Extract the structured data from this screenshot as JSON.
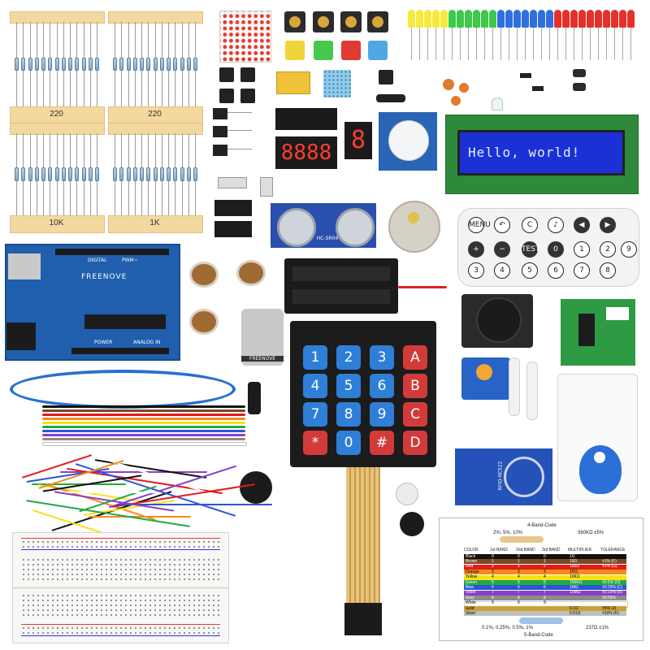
{
  "resistor_strips": [
    {
      "label": "220"
    },
    {
      "label": "220"
    },
    {
      "label": "10K"
    },
    {
      "label": "1K"
    }
  ],
  "lcd": {
    "text": "Hello, world!"
  },
  "keypad": {
    "keys": [
      "1",
      "2",
      "3",
      "A",
      "4",
      "5",
      "6",
      "B",
      "7",
      "8",
      "9",
      "C",
      "*",
      "0",
      "#",
      "D"
    ]
  },
  "board": {
    "brand": "FREENOVE",
    "digital_label": "DIGITAL",
    "pwm_label": "PWM~",
    "power_label": "POWER",
    "analog_label": "ANALOG IN"
  },
  "motor": {
    "brand": "FREENOVE"
  },
  "ultrasonic": {
    "label": "HC-SR04"
  },
  "rfid": {
    "label": "RFID-RC522"
  },
  "remote": {
    "buttons": [
      "MENU",
      "↶",
      "C",
      "♪",
      "◀",
      "▶",
      "+",
      "−",
      "TEST",
      "0",
      "1",
      "2",
      "3",
      "4",
      "5",
      "6",
      "7",
      "8",
      "9"
    ]
  },
  "resistor_card": {
    "top_title": "4-Band-Code",
    "top_left_note": "2%, 5%, 10%",
    "top_right_note": "560KΩ ±5%",
    "bottom_title": "5-Band-Code",
    "bottom_left_note": "0.1%, 0.25%, 0.5%, 1%",
    "bottom_right_note": "237Ω ±1%",
    "headers": [
      "COLOR",
      "1st BAND",
      "2nd BAND",
      "3rd BAND",
      "MULTIPLIER",
      "TOLERANCE"
    ],
    "rows": [
      {
        "color": "Black",
        "c": "#111111",
        "text": "#ffffff",
        "v1": "0",
        "v2": "0",
        "v3": "0",
        "mult": "1Ω",
        "tol": ""
      },
      {
        "color": "Brown",
        "c": "#7a4a22",
        "text": "#ffffff",
        "v1": "1",
        "v2": "1",
        "v3": "1",
        "mult": "10Ω",
        "tol": "±1% (F)"
      },
      {
        "color": "Red",
        "c": "#e21b1b",
        "text": "#ffffff",
        "v1": "2",
        "v2": "2",
        "v3": "2",
        "mult": "100Ω",
        "tol": "±2% (G)"
      },
      {
        "color": "Orange",
        "c": "#f28c1c",
        "text": "#000000",
        "v1": "3",
        "v2": "3",
        "v3": "3",
        "mult": "1KΩ",
        "tol": ""
      },
      {
        "color": "Yellow",
        "c": "#f5e21a",
        "text": "#000000",
        "v1": "4",
        "v2": "4",
        "v3": "4",
        "mult": "10KΩ",
        "tol": ""
      },
      {
        "color": "Green",
        "c": "#23a843",
        "text": "#ffffff",
        "v1": "5",
        "v2": "5",
        "v3": "5",
        "mult": "100KΩ",
        "tol": "±0.5% (D)"
      },
      {
        "color": "Blue",
        "c": "#2a55d6",
        "text": "#ffffff",
        "v1": "6",
        "v2": "6",
        "v3": "6",
        "mult": "1MΩ",
        "tol": "±0.25% (C)"
      },
      {
        "color": "Violet",
        "c": "#8b3fc9",
        "text": "#ffffff",
        "v1": "7",
        "v2": "7",
        "v3": "7",
        "mult": "10MΩ",
        "tol": "±0.10% (B)"
      },
      {
        "color": "Grey",
        "c": "#8c8c8c",
        "text": "#ffffff",
        "v1": "8",
        "v2": "8",
        "v3": "8",
        "mult": "",
        "tol": "±0.05%"
      },
      {
        "color": "White",
        "c": "#ffffff",
        "text": "#000000",
        "v1": "9",
        "v2": "9",
        "v3": "9",
        "mult": "",
        "tol": ""
      },
      {
        "color": "Gold",
        "c": "#c9a233",
        "text": "#000000",
        "v1": "",
        "v2": "",
        "v3": "",
        "mult": "0.1Ω",
        "tol": "±5% (J)"
      },
      {
        "color": "Silver",
        "c": "#c0c0c0",
        "text": "#000000",
        "v1": "",
        "v2": "",
        "v3": "",
        "mult": "0.01Ω",
        "tol": "±10% (K)"
      }
    ]
  },
  "colors": {
    "pcb_blue": "#1f5fae",
    "lcd_blue": "#1b31d6",
    "keypad_blue": "#2f7fd8",
    "keypad_red": "#d33b3b",
    "breadboard": "#f7f7f5"
  }
}
